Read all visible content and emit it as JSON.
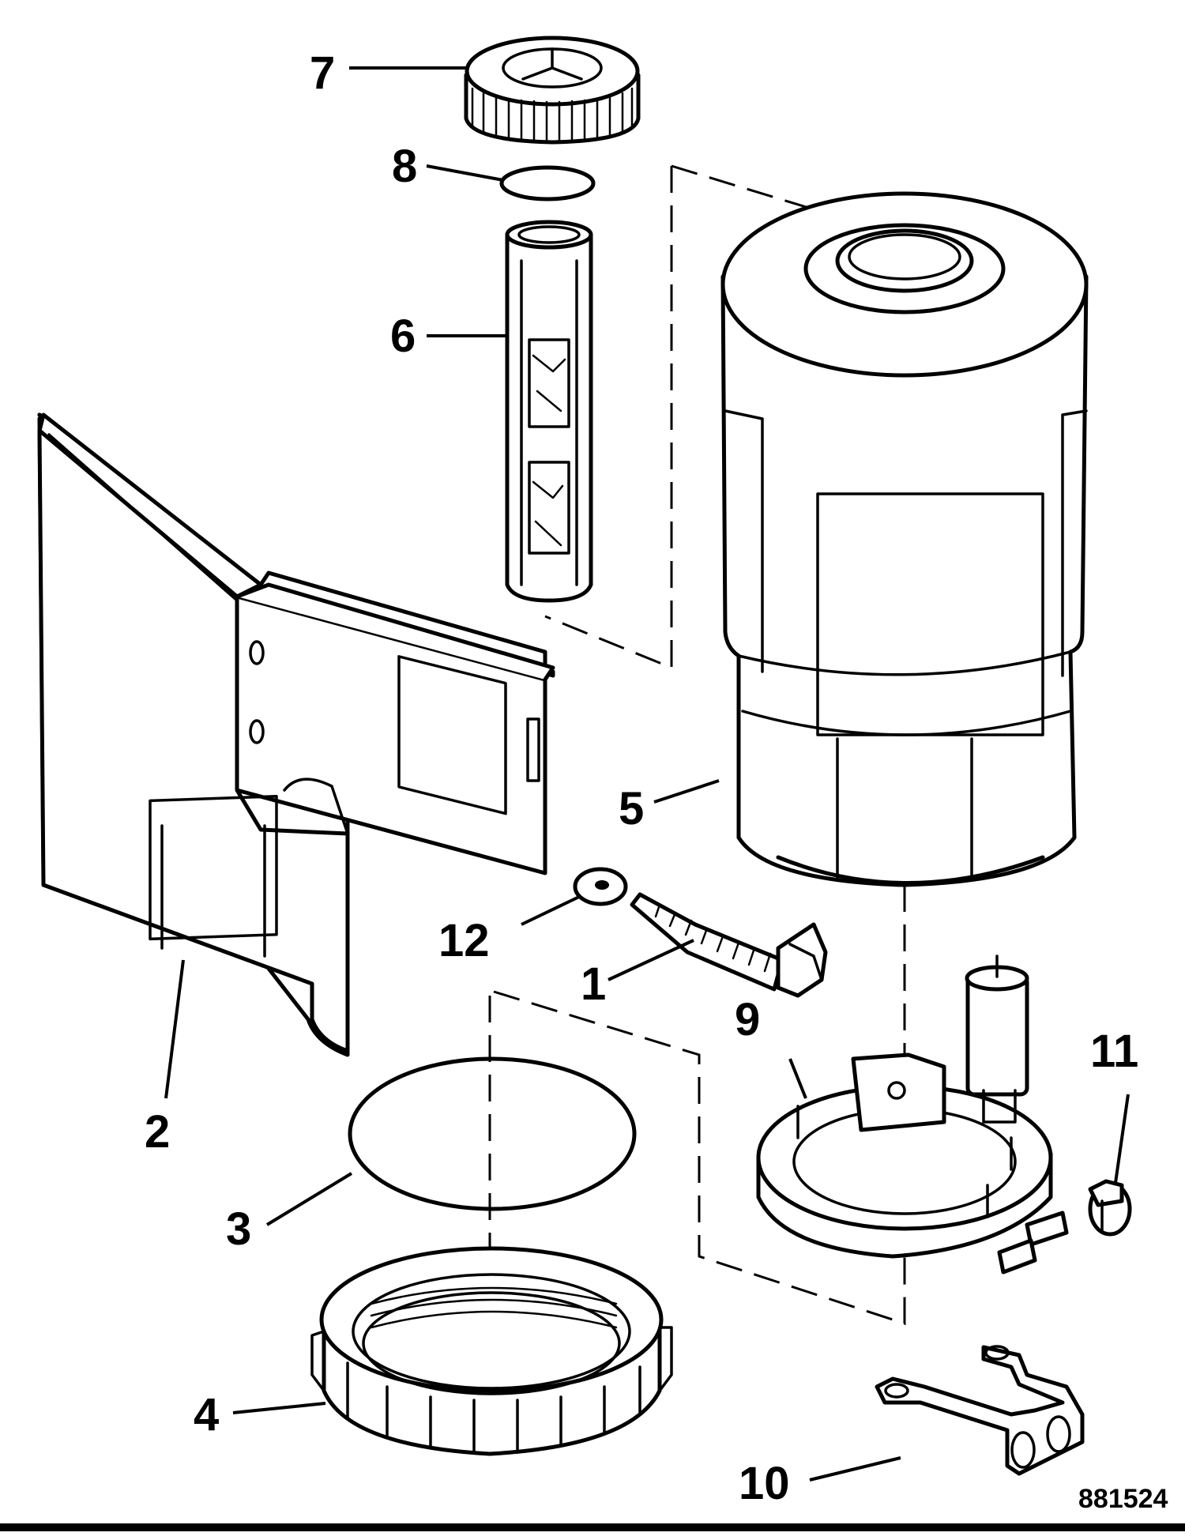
{
  "diagram": {
    "figure_code": "881524",
    "callouts": [
      {
        "id": "1",
        "label": "1"
      },
      {
        "id": "2",
        "label": "2"
      },
      {
        "id": "3",
        "label": "3"
      },
      {
        "id": "4",
        "label": "4"
      },
      {
        "id": "5",
        "label": "5"
      },
      {
        "id": "6",
        "label": "6"
      },
      {
        "id": "7",
        "label": "7"
      },
      {
        "id": "8",
        "label": "8"
      },
      {
        "id": "9",
        "label": "9"
      },
      {
        "id": "10",
        "label": "10"
      },
      {
        "id": "11",
        "label": "11"
      },
      {
        "id": "12",
        "label": "12"
      }
    ]
  }
}
